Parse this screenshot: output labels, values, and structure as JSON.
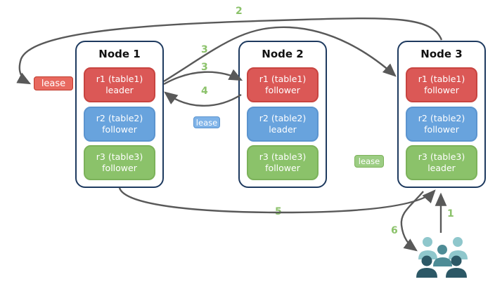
{
  "diagram": {
    "type": "distributed-database-replication-flow"
  },
  "nodes": [
    {
      "title": "Node 1",
      "replicas": [
        {
          "name": "r1 (table1)",
          "role": "leader",
          "color": "#DB5856"
        },
        {
          "name": "r2 (table2)",
          "role": "follower",
          "color": "#68A3DD"
        },
        {
          "name": "r3 (table3)",
          "role": "follower",
          "color": "#8BC26A"
        }
      ]
    },
    {
      "title": "Node 2",
      "replicas": [
        {
          "name": "r1 (table1)",
          "role": "follower",
          "color": "#DB5856"
        },
        {
          "name": "r2 (table2)",
          "role": "leader",
          "color": "#68A3DD"
        },
        {
          "name": "r3 (table3)",
          "role": "follower",
          "color": "#8BC26A"
        }
      ]
    },
    {
      "title": "Node 3",
      "replicas": [
        {
          "name": "r1 (table1)",
          "role": "follower",
          "color": "#DB5856"
        },
        {
          "name": "r2 (table2)",
          "role": "follower",
          "color": "#68A3DD"
        },
        {
          "name": "r3 (table3)",
          "role": "leader",
          "color": "#8BC26A"
        }
      ]
    }
  ],
  "leases": [
    {
      "label": "lease",
      "color": "#E8695F"
    },
    {
      "label": "lease",
      "color": "#7FB3E8"
    },
    {
      "label": "lease",
      "color": "#9CCD83"
    }
  ],
  "steps": [
    {
      "label": "1"
    },
    {
      "label": "2"
    },
    {
      "label": "3"
    },
    {
      "label": "3"
    },
    {
      "label": "4"
    },
    {
      "label": "5"
    },
    {
      "label": "6"
    }
  ],
  "users_icon": {
    "colors": {
      "light": "#8FC7CC",
      "medium": "#4E8C96",
      "dark": "#2C5866"
    }
  },
  "colors": {
    "node_border": "#1E3A5F",
    "arrow": "#595959",
    "step_label": "#8BC26A",
    "replica_red": "#DB5856",
    "replica_blue": "#68A3DD",
    "replica_green": "#8BC26A"
  }
}
